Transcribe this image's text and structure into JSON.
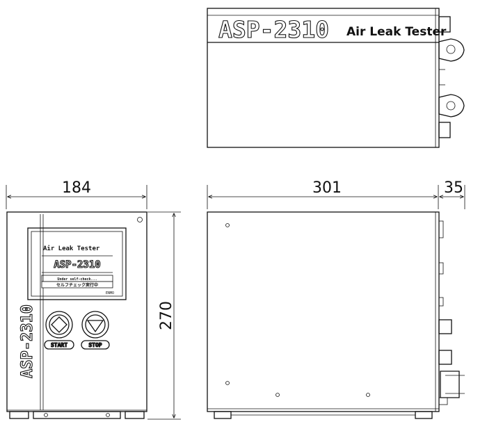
{
  "top_view": {
    "model_label": "ASP-2310",
    "product_name": "Air Leak Tester"
  },
  "front_view": {
    "screen_title": "Air Leak Tester",
    "screen_model": "ASP-2310",
    "screen_line1": "Under self-check...",
    "screen_line2": "セルフチェック実行中",
    "screen_footer": "ENMO",
    "side_label": "ASP-2310",
    "start_label": "START",
    "stop_label": "STOP"
  },
  "dimensions": {
    "width": "184",
    "height": "270",
    "depth": "301",
    "protrusion": "35"
  }
}
